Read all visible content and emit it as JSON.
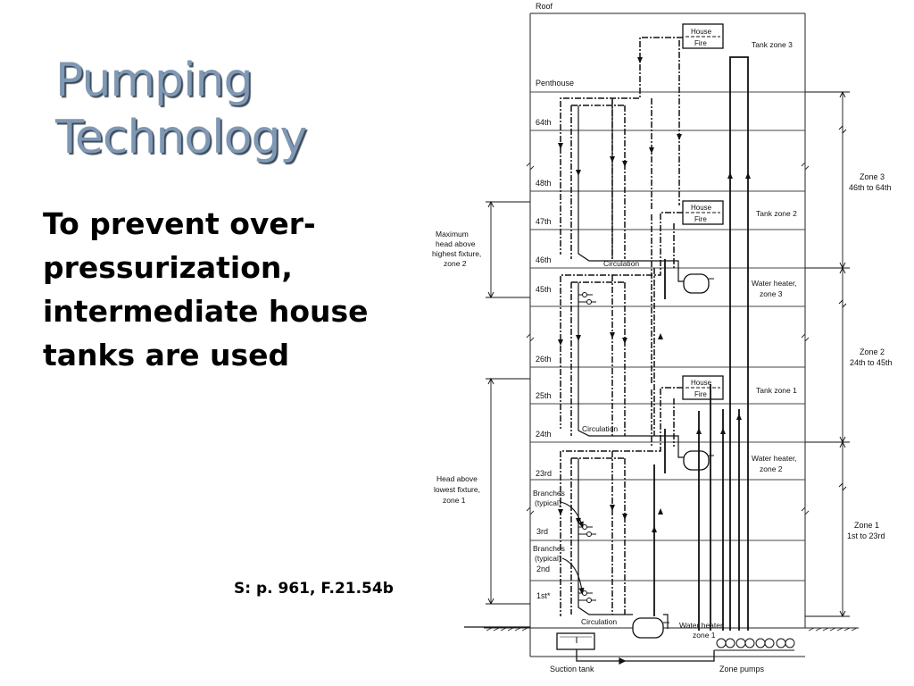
{
  "slide": {
    "title_lines": [
      "Pumping",
      "Technology"
    ],
    "body_lines": [
      "To prevent over-",
      "pressurization,",
      "intermediate house",
      "tanks are used"
    ],
    "source": "S: p. 961, F.21.54b"
  },
  "diagram": {
    "roof": "Roof",
    "penthouse": "Penthouse",
    "floors": [
      "64th",
      "48th",
      "47th",
      "46th",
      "45th",
      "26th",
      "25th",
      "24th",
      "23rd",
      "3rd",
      "2nd",
      "1st*"
    ],
    "tank_house": "House",
    "tank_fire": "Fire",
    "tank_zones": [
      "Tank zone 3",
      "Tank zone 2",
      "Tank zone 1"
    ],
    "water_heaters": {
      "z3": [
        "Water heater,",
        "zone 3"
      ],
      "z2": [
        "Water heater,",
        "zone 2"
      ],
      "z1": [
        "Water heater,",
        "zone 1"
      ]
    },
    "circulation": "Circulation",
    "branches": [
      "Branches",
      "(typical)"
    ],
    "max_head": [
      "Maximum",
      "head above",
      "highest fixture,",
      "zone 2"
    ],
    "head_low": [
      "Head above",
      "lowest fixture,",
      "zone 1"
    ],
    "zones": {
      "z3": [
        "Zone 3",
        "46th to 64th"
      ],
      "z2": [
        "Zone 2",
        "24th to 45th"
      ],
      "z1": [
        "Zone 1",
        "1st to 23rd"
      ]
    },
    "suction_tank": "Suction tank",
    "zone_pumps": "Zone pumps"
  }
}
